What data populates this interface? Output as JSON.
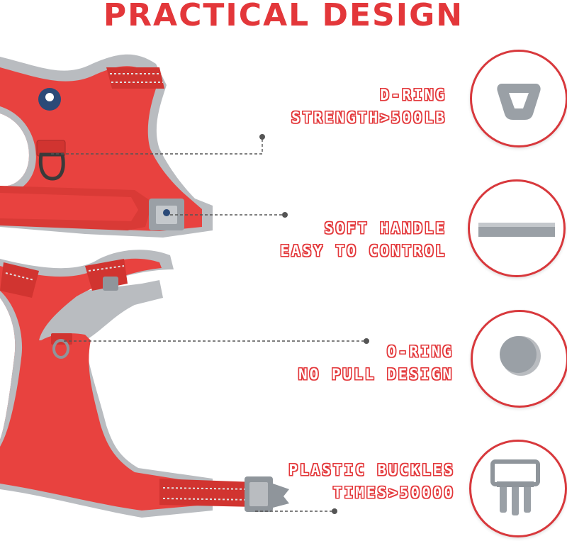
{
  "title": "PRACTICAL DESIGN",
  "features": [
    {
      "line1": "D-RING",
      "line2": "STRENGTH>500LB",
      "icon": "d-ring-icon"
    },
    {
      "line1": "SOFT HANDLE",
      "line2": "EASY TO CONTROL",
      "icon": "handle-bar-icon"
    },
    {
      "line1": "O-RING",
      "line2": "NO PULL DESIGN",
      "icon": "o-ring-icon"
    },
    {
      "line1": "PLASTIC BUCKLES",
      "line2": "TIMES>50000",
      "icon": "buckle-icon"
    }
  ],
  "colors": {
    "accent": "#e3373a",
    "harness": "#e8423f",
    "trim": "#b9bcc0"
  }
}
